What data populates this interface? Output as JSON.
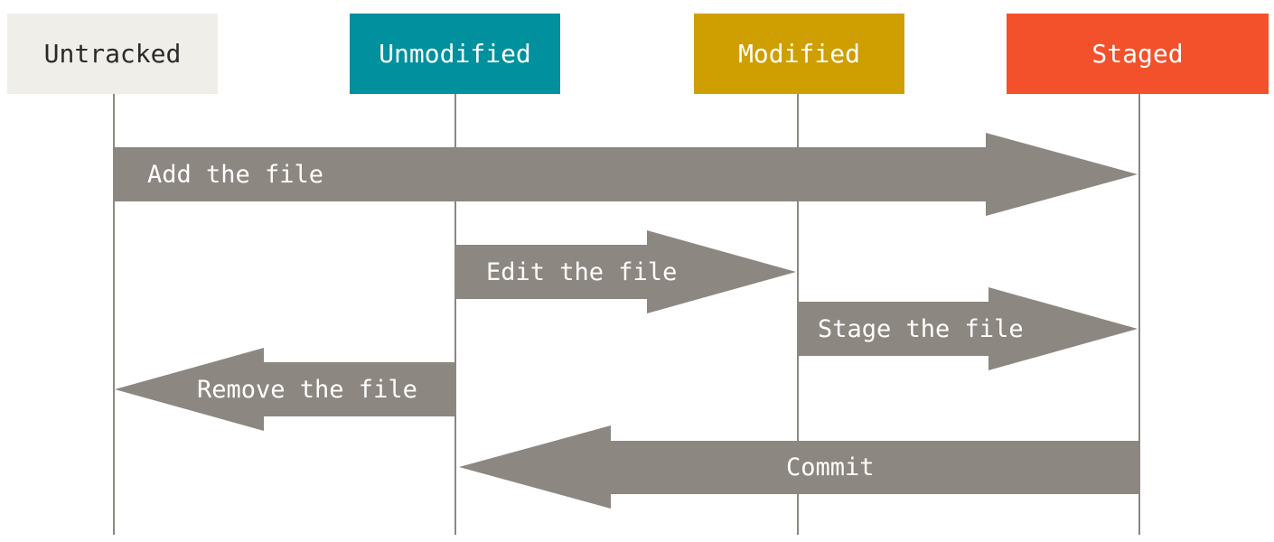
{
  "states": [
    {
      "id": "untracked",
      "label": "Untracked",
      "bg": "#efeee8",
      "fg": "#2a2a2a"
    },
    {
      "id": "unmodified",
      "label": "Unmodified",
      "bg": "#00909e",
      "fg": "#ffffff"
    },
    {
      "id": "modified",
      "label": "Modified",
      "bg": "#cf9e00",
      "fg": "#ffffff"
    },
    {
      "id": "staged",
      "label": "Staged",
      "bg": "#f3512b",
      "fg": "#ffffff"
    }
  ],
  "transitions": [
    {
      "id": "add",
      "label": "Add the file",
      "from": "untracked",
      "to": "staged"
    },
    {
      "id": "edit",
      "label": "Edit the file",
      "from": "unmodified",
      "to": "modified"
    },
    {
      "id": "stage",
      "label": "Stage the file",
      "from": "modified",
      "to": "staged"
    },
    {
      "id": "remove",
      "label": "Remove the file",
      "from": "unmodified",
      "to": "untracked"
    },
    {
      "id": "commit",
      "label": "Commit",
      "from": "staged",
      "to": "unmodified"
    }
  ],
  "colors": {
    "arrow_fill": "#8c8780",
    "arrow_text": "#ffffff",
    "lifeline": "#8c8780"
  }
}
